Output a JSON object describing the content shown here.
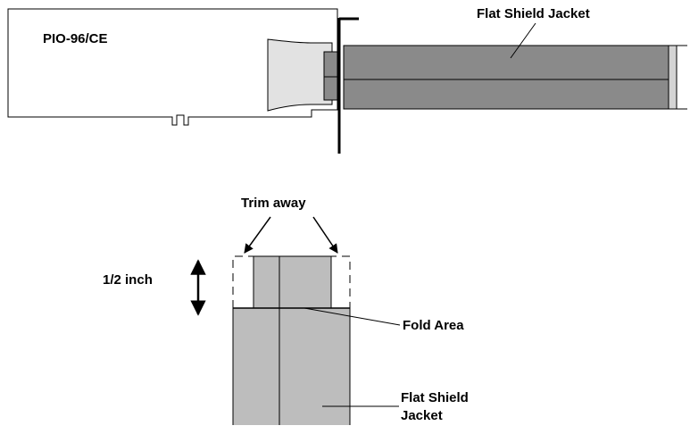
{
  "labels": {
    "board": "PIO-96/CE",
    "jacket_top": "Flat Shield Jacket",
    "trim": "Trim away",
    "measure": "1/2 inch",
    "fold": "Fold Area",
    "jacket_bottom_line1": "Flat Shield",
    "jacket_bottom_line2": "Jacket"
  },
  "colors": {
    "jacket_fill": "#bdbdbd",
    "shield_dark": "#8a8a8a",
    "connector_fill": "#e2e2e2",
    "line": "#000000"
  }
}
